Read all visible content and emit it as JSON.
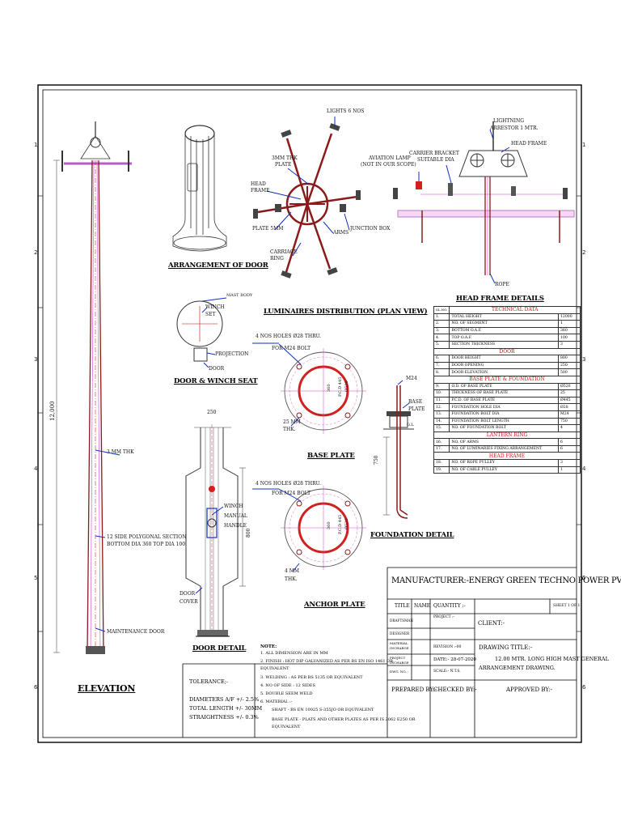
{
  "labels": {
    "lights": "LIGHTS 6 NOS",
    "plate3mm_1": "3MM THK",
    "plate3mm_2": "PLATE",
    "headframe_1": "HEAD",
    "headframe_2": "FRAME",
    "plate5mm": "PLATE 5MM",
    "arms": "ARMS",
    "junction": "JUNCTION BOX",
    "carriage_1": "CARRIAGE",
    "carriage_2": "RING",
    "aviation_1": "AVIATION LAMP",
    "aviation_2": "(NOT IN OUR SCOPE)",
    "carrier_1": "CARRIER BRACKET",
    "carrier_2": "SUITABLE DIA",
    "lightning_1": "LIGHTNING",
    "lightning_2": "ARRESTOR 1 MTR.",
    "headframe_r": "HEAD FRAME",
    "rope": "ROPE",
    "mastbody": "MAST BODY",
    "winch_1": "WINCH",
    "winch_2": "SET",
    "projection": "PROJECTION",
    "door": "DOOR",
    "holes1_1": "4 NOS HOLES Ø28 THRU.",
    "holes1_2": "FOR M24 BOLT",
    "m24": "M24",
    "baseplate_1": "BASE",
    "baseplate_2": "PLATE",
    "gl": "G.L",
    "thk25_1": "25 MM",
    "thk25_2": "THK.",
    "thk3": "3 MM THK",
    "polygonal_1": "12 SIDE POLYGONAL SECTION",
    "polygonal_2": "BOTTOM DIA 360 TOP DIA 100",
    "maintdoor": "MAINTENANCE DOOR",
    "height": "12,000",
    "dim250": "250",
    "dim750": "750",
    "dim800": "800",
    "winch2_1": "WINCH",
    "winch2_2": "MANUAL",
    "winch2_3": "HANDLE",
    "doorcover_1": "DOOR",
    "doorcover_2": "COVER",
    "holes2_1": "4 NOS HOLES Ø28 THRU.",
    "holes2_2": "FOR M24 BOLT",
    "thk4_1": "4 MM",
    "thk4_2": "THK.",
    "pcd1": "P.C.D 445",
    "od1": "Ø520",
    "in1": "360",
    "pcd2": "P.C.D 445",
    "od2": "Ø520",
    "in2": "360"
  },
  "titles": {
    "arrangement_door": "ARRANGEMENT OF DOOR",
    "luminaires": "LUMINAIRES DISTRIBUTION (PLAN VIEW)",
    "head_frame_details": "HEAD FRAME DETAILS",
    "door_winch": "DOOR & WINCH SEAT",
    "base_plate": "BASE PLATE",
    "foundation": "FOUNDATION DETAIL",
    "anchor": "ANCHOR PLATE",
    "door_detail": "DOOR DETAIL",
    "elevation": "ELEVATION"
  },
  "ruler_nums": [
    "1",
    "2",
    "3",
    "4",
    "5",
    "6"
  ],
  "tech": {
    "header_no": "SL.NO.",
    "header": "TECHNICAL DATA",
    "rows1": [
      {
        "n": "1.",
        "d": "TOTAL HEIGHT",
        "v": "12000"
      },
      {
        "n": "2.",
        "d": "NO. OF SEGMENT",
        "v": "1"
      },
      {
        "n": "3.",
        "d": "BOTTOM O.A.F.",
        "v": "360"
      },
      {
        "n": "4.",
        "d": "TOP O.A.F.",
        "v": "100"
      },
      {
        "n": "5.",
        "d": "SECTION THICKNESS",
        "v": "3"
      }
    ],
    "sec2": "DOOR",
    "rows2": [
      {
        "n": "6.",
        "d": "DOOR HEIGHT",
        "v": "800"
      },
      {
        "n": "7.",
        "d": "DOOR OPENING",
        "v": "250"
      },
      {
        "n": "8.",
        "d": "DOOR ELEVATION",
        "v": "500"
      }
    ],
    "sec3": "BASE PLATE & FOUNDATION",
    "rows3": [
      {
        "n": "9.",
        "d": "O.D. OF BASE PLATE",
        "v": "Ø520"
      },
      {
        "n": "10.",
        "d": "THICKNESS OF BASE PLATE",
        "v": "25"
      },
      {
        "n": "11.",
        "d": "P.C.D. OF BASE PLATE",
        "v": "Ø445"
      },
      {
        "n": "12.",
        "d": "FOUNDATION HOLE DIA",
        "v": "Ø28"
      },
      {
        "n": "13.",
        "d": "FOUNDATION BOLT DIA",
        "v": "M24"
      },
      {
        "n": "14.",
        "d": "FOUNDATION BOLT LENGTH",
        "v": "750"
      },
      {
        "n": "15.",
        "d": "NO. OF FOUNDATION BOLT",
        "v": "4"
      }
    ],
    "sec4": "LANTERN RING",
    "rows4": [
      {
        "n": "16.",
        "d": "NO. OF ARMS",
        "v": "6"
      },
      {
        "n": "17.",
        "d": "NO. OF LUMINARIES FIXING ARRANGEMENT",
        "v": "6"
      }
    ],
    "sec5": "HEAD FRAME",
    "rows5": [
      {
        "n": "18.",
        "d": "NO. OF ROPE PULLEY",
        "v": "3"
      },
      {
        "n": "19.",
        "d": "NO. OF CABLE PULLEY",
        "v": "1"
      }
    ]
  },
  "tolerance": {
    "t1": "TOLERANCE;-",
    "t2": "DIAMETERS A/F +/- 2.5%",
    "t3": "TOTAL LENGTH +/- 30MM",
    "t4": "STRAIGHTNESS +/- 0.3%"
  },
  "notes": {
    "head": "NOTE:",
    "n1": "1. ALL DIMENSION ARE IN MM",
    "n2": "2. FINISH : HOT DIP GALVANIZED AS PER BS EN ISO 1461 OR",
    "n2b": "EQUIVALENT",
    "n3": "3. WELDING : AS PER BS 5135 OR EQUIVALENT",
    "n4": "4. NO OF SIDE : 12 SIDES",
    "n5": "5. DOUBLE SEEM WELD",
    "n6": "6. MATERIAL :-",
    "n6a": "SHAFT - BS EN 10025 S-355JO OR EQUIVALENT",
    "n6b": "BASE PLATE - PLATS AND OTHER PLATES AS PER IS 2062 E250 OR",
    "n6c": "EQUIVALENT"
  },
  "titleblock": {
    "manufacturer": "MANUFACTURER:-ENERGY GREEN TECHNO POWER PVT. LTD.",
    "title": "TITLE",
    "name": "NAME",
    "quantity": "QUANTITY :-",
    "sheet": "SHEET 1 OF 1",
    "draftsman": "DRAFTSMAN",
    "project": "PROJECT :-",
    "client": "CLIENT:-",
    "designer": "DESIGNER",
    "material_1": "MATERIAL",
    "material_2": "INCHARGE",
    "project_1": "PROJECT",
    "project_2": "INCHARGE",
    "dwgno": "DWG. NO. :",
    "revision": "REVISION :-00",
    "date": "DATE:- 28-07-2020",
    "scale": "SCALE:- N.T.S.",
    "drawing_title": "DRAWING TITLE:-",
    "drawing_1": "12.00 MTR. LONG HIGH MAST GENERAL",
    "drawing_2": "ARRANGEMENT DRAWING.",
    "prepared": "PREPARED BY:-",
    "checked": "CHECKED BY:-",
    "approved": "APPROVED BY:-"
  }
}
